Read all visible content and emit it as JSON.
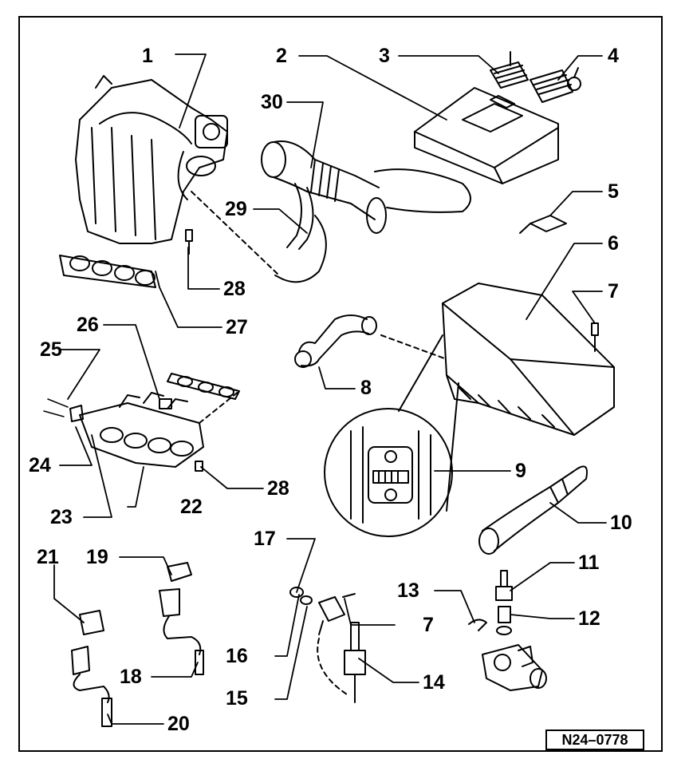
{
  "callouts": [
    "1",
    "2",
    "3",
    "4",
    "5",
    "6",
    "7",
    "8",
    "9",
    "10",
    "11",
    "12",
    "13",
    "14",
    "15",
    "16",
    "17",
    "18",
    "19",
    "20",
    "21",
    "22",
    "23",
    "24",
    "25",
    "26",
    "27",
    "28",
    "28",
    "29",
    "30",
    "7"
  ],
  "reference": "N24–0778"
}
